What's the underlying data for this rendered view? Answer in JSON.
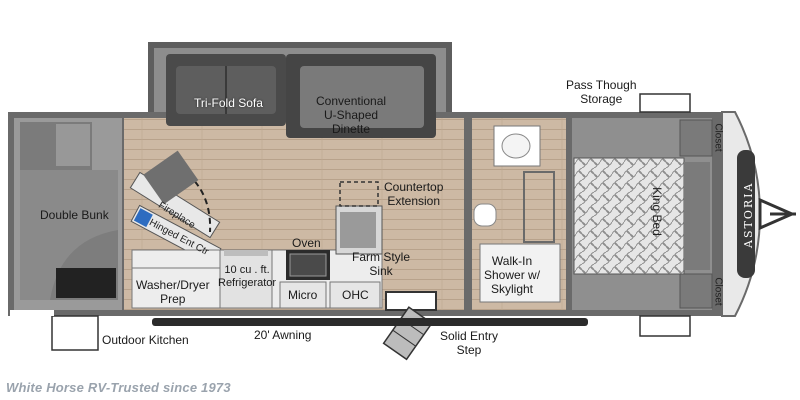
{
  "labels": {
    "tri_fold_sofa": "Tri-Fold Sofa",
    "dinette_1": "Conventional",
    "dinette_2": "U-Shaped",
    "dinette_3": "Dinette",
    "pass_through_1": "Pass Though",
    "pass_through_2": "Storage",
    "countertop_1": "Countertop",
    "countertop_2": "Extension",
    "double_bunk": "Double Bunk",
    "fireplace": "Fireplace",
    "hinged_ent_ctr": "Hinged Ent Ctr",
    "oven": "Oven",
    "farm_sink_1": "Farm Style",
    "farm_sink_2": "Sink",
    "refrigerator_1": "10 cu . ft.",
    "refrigerator_2": "Refrigerator",
    "washer_dryer_1": "Washer/Dryer",
    "washer_dryer_2": "Prep",
    "micro": "Micro",
    "ohc": "OHC",
    "shower_1": "Walk-In",
    "shower_2": "Shower w/",
    "shower_3": "Skylight",
    "king_bed": "King Bed",
    "closet_top": "Closet",
    "closet_bottom": "Closet",
    "brand": "ASTORIA",
    "outdoor_kitchen": "Outdoor Kitchen",
    "awning": "20' Awning",
    "entry_step_1": "Solid Entry",
    "entry_step_2": "Step"
  },
  "footer": "White Horse RV-Trusted since 1973",
  "colors": {
    "wall": "#6e6e6e",
    "floor_wood": "#c9b7a3",
    "carpet": "#8a8a8a",
    "sofa": "#4f4f4f",
    "bed_pattern": "#d9d9d9",
    "footer": "#9aa3ad"
  }
}
